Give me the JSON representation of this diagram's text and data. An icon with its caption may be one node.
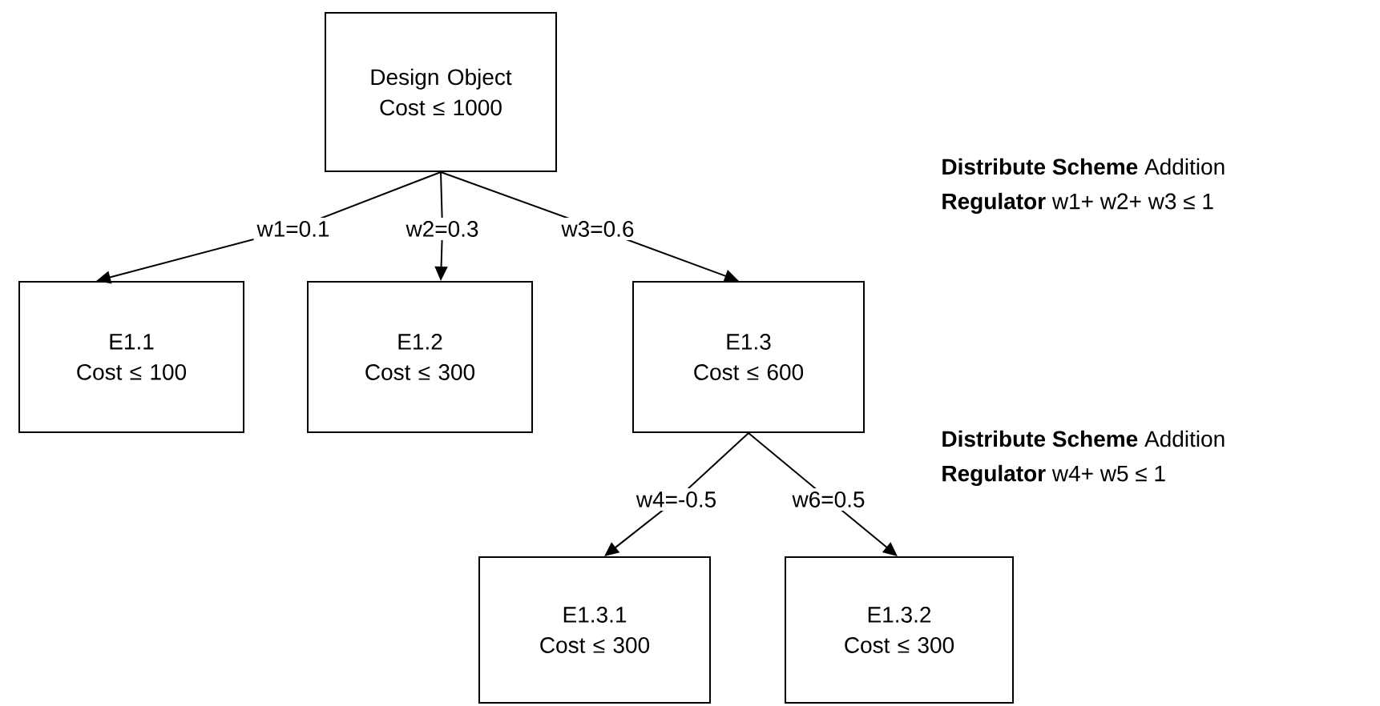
{
  "diagram": {
    "nodes": [
      {
        "text": [
          "Design Object",
          "Cost ≤ 1000"
        ]
      },
      {
        "text": [
          "E1.1",
          "Cost ≤ 100"
        ]
      },
      {
        "text": [
          "E1.2",
          "Cost ≤  300"
        ]
      },
      {
        "text": [
          "E1.3",
          "Cost ≤  600"
        ]
      },
      {
        "text": [
          "E1.3.1",
          "Cost ≤  300"
        ]
      },
      {
        "text": [
          "E1.3.2",
          "Cost ≤  300"
        ]
      }
    ],
    "edges": [
      {
        "from": 0,
        "to": 1,
        "arrow": "to",
        "label": "w1=0.1"
      },
      {
        "from": 0,
        "to": 2,
        "arrow": "to",
        "label": "w2=0.3"
      },
      {
        "from": 0,
        "to": 3,
        "arrow": "to",
        "label": "w3=0.6"
      },
      {
        "from": 3,
        "to": 4,
        "arrow": "to",
        "label": "w4=-0.5"
      },
      {
        "from": 3,
        "to": 5,
        "arrow": "to",
        "label": "w6=0.5"
      }
    ],
    "labels": [
      "**Distribute Scheme** Addition",
      "**Regulator** w1+ w2+ w3 ≤ 1",
      "**Distribute Scheme** Addition",
      "**Regulator** w4+ w5 ≤ 1"
    ]
  }
}
